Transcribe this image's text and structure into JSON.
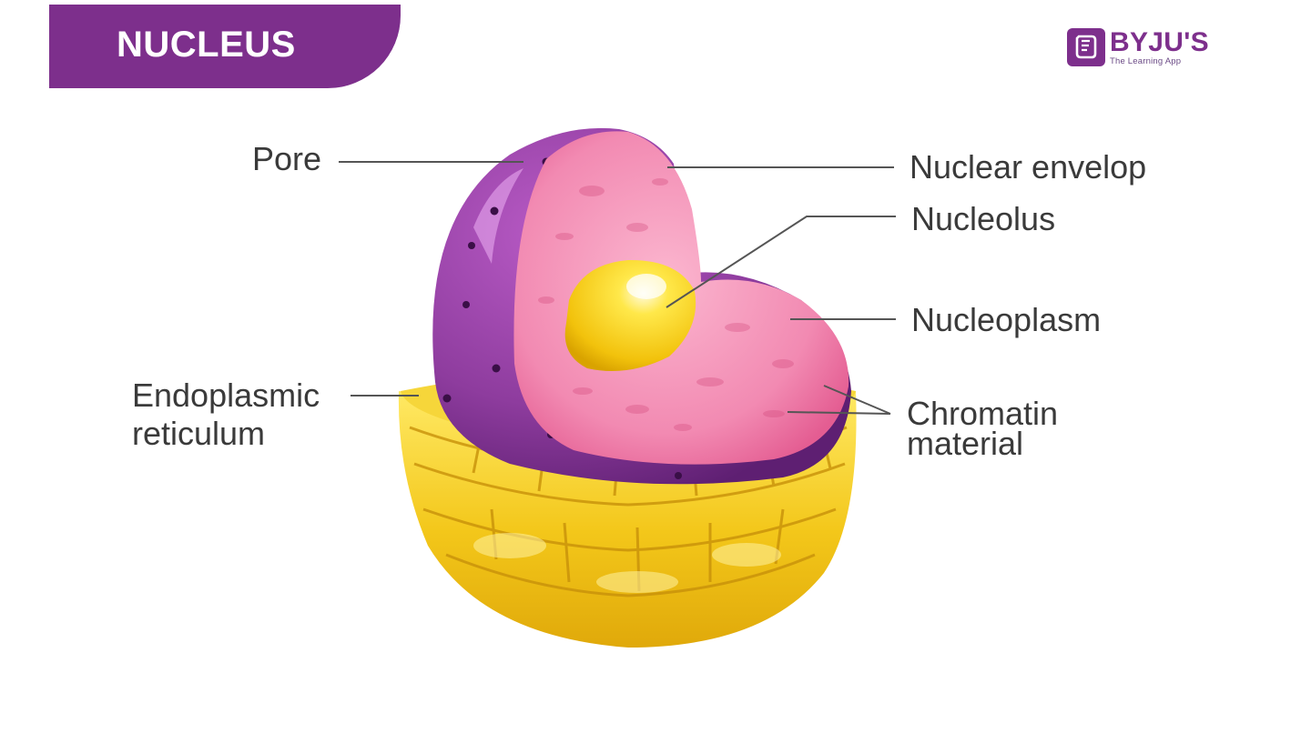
{
  "banner": {
    "title": "NUCLEUS",
    "color": "#7d2f8c"
  },
  "logo": {
    "name": "BYJU'S",
    "tagline": "The Learning App",
    "color": "#7d2f8c",
    "icon": "byjus-book-icon"
  },
  "labels": {
    "pore": "Pore",
    "nuclear_envelop": "Nuclear envelop",
    "nucleolus": "Nucleolus",
    "nucleoplasm": "Nucleoplasm",
    "chromatin": "Chromatin\nmaterial",
    "endoplasmic_reticulum": "Endoplasmic\nreticulum"
  },
  "colors": {
    "envelope_purple": "#8e3c9e",
    "nucleoplasm_pink": "#f07aa8",
    "nucleolus_yellow": "#f2cc10",
    "er_yellow": "#f0c619",
    "leader_line": "#555555"
  }
}
